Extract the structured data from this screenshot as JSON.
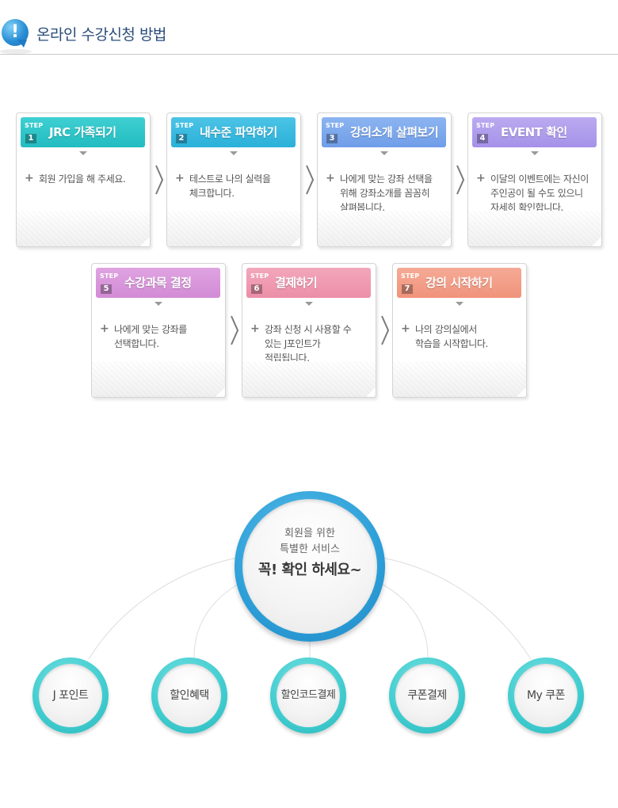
{
  "page": {
    "title": "온라인 수강신청 방법",
    "header_icon": "exclamation-bubble-icon",
    "icon_glyph": "!"
  },
  "steps": [
    {
      "step_label": "STEP",
      "number": "1",
      "title": "JRC 가족되기",
      "color": "#22bcc0",
      "description": "회원 가입을 해 주세요."
    },
    {
      "step_label": "STEP",
      "number": "2",
      "title": "내수준 파악하기",
      "color": "#2ab0d9",
      "description": "테스트로 나의 실력을\n체크합니다."
    },
    {
      "step_label": "STEP",
      "number": "3",
      "title": "강의소개 살펴보기",
      "color": "#6f9de8",
      "description": "나에게 맞는 강좌 선택을\n위해 강좌소개를 꼼꼼히\n살펴봅니다."
    },
    {
      "step_label": "STEP",
      "number": "4",
      "title": "EVENT 확인",
      "color": "#a592e9",
      "description": "이달의 이벤트에는 자신이\n주인공이 될 수도 있으니\n자세히 확인합니다."
    },
    {
      "step_label": "STEP",
      "number": "5",
      "title": "수강과목 결정",
      "color": "#d28bd5",
      "description": "나에게 맞는 강좌를\n선택합니다."
    },
    {
      "step_label": "STEP",
      "number": "6",
      "title": "결제하기",
      "color": "#ec8ea8",
      "description": "강좌 신청 시 사용할 수\n있는 J포인트가\n적립됩니다."
    },
    {
      "step_label": "STEP",
      "number": "7",
      "title": "강의 시작하기",
      "color": "#f0937b",
      "description": "나의 강의실에서\n학습을 시작합니다."
    }
  ],
  "plus_glyph": "+",
  "services": {
    "center": {
      "line1": "회원을 위한",
      "line2": "특별한 서비스",
      "line3": "꼭! 확인 하세요~"
    },
    "items": [
      {
        "label": "J 포인트"
      },
      {
        "label": "할인혜택"
      },
      {
        "label": "할인코드결제"
      },
      {
        "label": "쿠폰결제"
      },
      {
        "label": "My 쿠폰"
      }
    ]
  }
}
